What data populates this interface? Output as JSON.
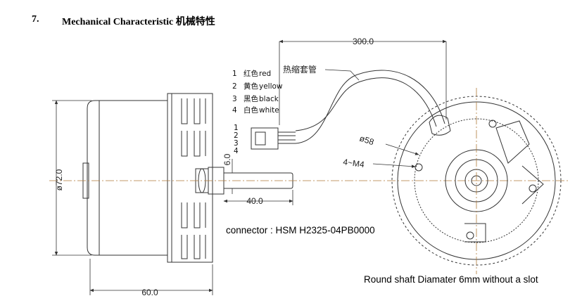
{
  "section": {
    "number": "7.",
    "title": "Mechanical Characteristic 机械特性"
  },
  "dimensions": {
    "cable_length": "300.0",
    "body_diameter": "ø72.0",
    "shaft_length": "40.0",
    "shaft_diameter": "6.0",
    "body_length": "60.0",
    "pcd": "ø58",
    "mount_holes": "4~M4"
  },
  "labels": {
    "heat_shrink": "热缩套管"
  },
  "wires": [
    {
      "num": "1",
      "cn": "红色",
      "en": "red"
    },
    {
      "num": "2",
      "cn": "黄色",
      "en": "yellow"
    },
    {
      "num": "3",
      "cn": "黑色",
      "en": "black"
    },
    {
      "num": "4",
      "cn": "白色",
      "en": "white"
    }
  ],
  "connector_pins": [
    "1",
    "2",
    "3",
    "4"
  ],
  "notes": {
    "connector": "connector : HSM H2325-04PB0000",
    "shaft": "Round shaft Diamater 6mm without a slot"
  }
}
